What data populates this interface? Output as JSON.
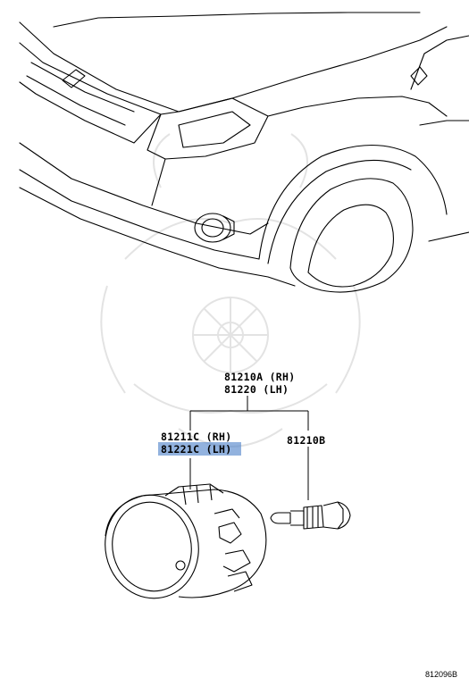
{
  "labels": {
    "assembly_rh": "81210A (RH)",
    "assembly_lh": "81220 (LH)",
    "unit_rh": "81211C (RH)",
    "unit_lh": "81221C (LH)",
    "bulb": "81210B"
  },
  "figure_ref": "812096B",
  "colors": {
    "highlight": "#4a7fc8",
    "line": "#000000",
    "watermark": "#e3e3e3"
  }
}
